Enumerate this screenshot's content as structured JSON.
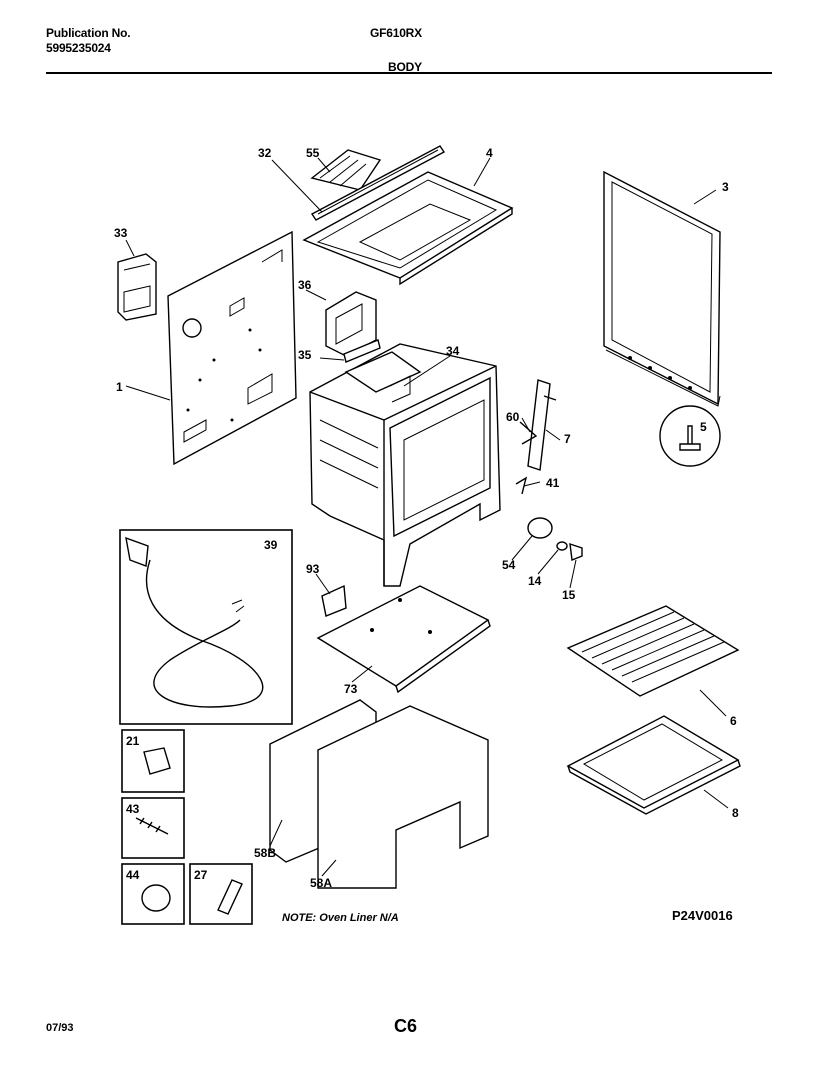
{
  "header": {
    "publication_label": "Publication No.",
    "publication_number": "5995235024",
    "model": "GF610RX",
    "section": "BODY"
  },
  "callouts": {
    "c1": "1",
    "c3": "3",
    "c4": "4",
    "c5": "5",
    "c6": "6",
    "c7": "7",
    "c8": "8",
    "c14": "14",
    "c15": "15",
    "c21": "21",
    "c27": "27",
    "c32": "32",
    "c33": "33",
    "c34": "34",
    "c35": "35",
    "c36": "36",
    "c39": "39",
    "c41": "41",
    "c43": "43",
    "c44": "44",
    "c54": "54",
    "c55": "55",
    "c58a": "58A",
    "c58b": "58B",
    "c60": "60",
    "c73": "73",
    "c93": "93"
  },
  "note": "NOTE: Oven Liner N/A",
  "drawing_id": "P24V0016",
  "footer": {
    "date": "07/93",
    "page": "C6"
  }
}
